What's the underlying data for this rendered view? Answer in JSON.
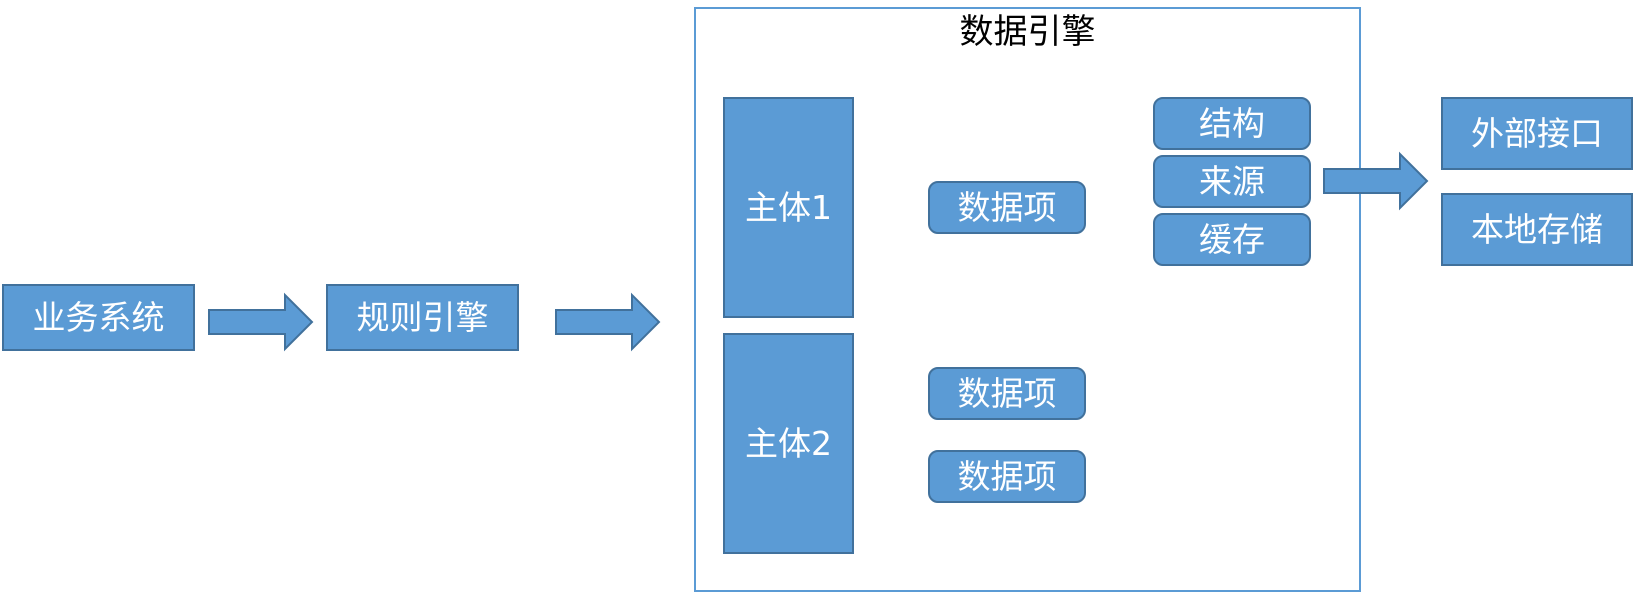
{
  "nodes": {
    "business_system": "业务系统",
    "rule_engine": "规则引擎",
    "data_engine_title": "数据引擎",
    "entity_1": "主体1",
    "entity_2": "主体2",
    "data_item_1": "数据项",
    "data_item_2": "数据项",
    "data_item_3": "数据项",
    "structure": "结构",
    "source": "来源",
    "cache": "缓存",
    "external_interface": "外部接口",
    "local_storage": "本地存储"
  },
  "colors": {
    "node_fill": "#5b9bd5",
    "node_border": "#41719c",
    "container_border": "#5b9bd5",
    "text_light": "#ffffff",
    "text_dark": "#000000"
  }
}
